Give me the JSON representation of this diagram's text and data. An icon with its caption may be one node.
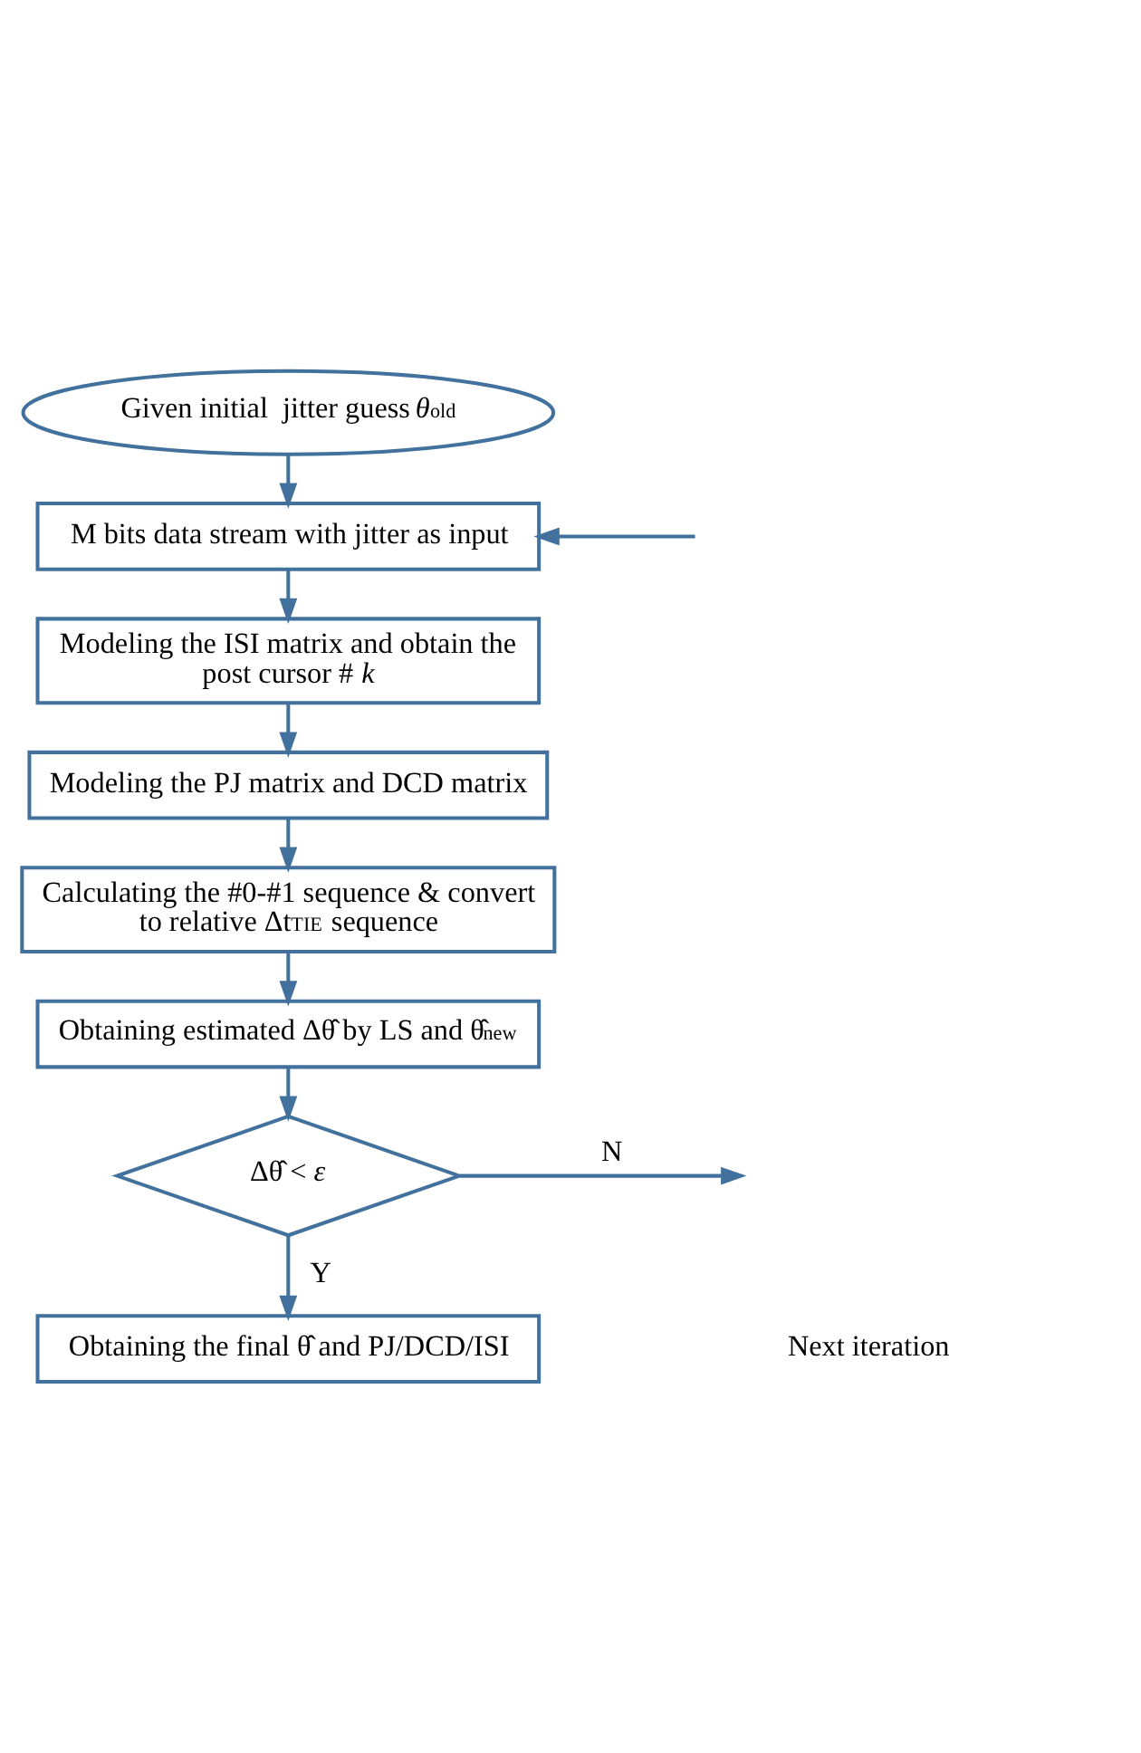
{
  "diagram": {
    "nodes": [
      {
        "text": [
          "Given initial  jitter guess *θ*$_{old}$"
        ]
      },
      {
        "text": [
          "M bits data stream with jitter as input"
        ]
      },
      {
        "text": [
          "Modeling the ISI matrix and obtain the post cursor # *k*"
        ]
      },
      {
        "text": [
          "Modeling the PJ matrix and DCD matrix"
        ]
      },
      {
        "text": [
          "Calculating the #0-#1 sequence & convert to relative Δt$_{TIE}$ sequence"
        ]
      },
      {
        "text": [
          "Obtaining estimated Δθ̂ by LS and θ̂$_{new}$"
        ]
      },
      {
        "text": [
          "Δθ̂ < *ε*"
        ]
      },
      {
        "text": [
          "Obtaining the final θ̂ and PJ/DCD/ISI"
        ]
      }
    ],
    "edges": [
      {
        "from": 0,
        "to": 1,
        "arrow": "to"
      },
      {
        "from": 1,
        "to": 2,
        "arrow": "to"
      },
      {
        "from": 2,
        "to": 3,
        "arrow": "to"
      },
      {
        "from": 3,
        "to": 4,
        "arrow": "to"
      },
      {
        "from": 4,
        "to": 5,
        "arrow": "to"
      },
      {
        "from": 5,
        "to": 6,
        "arrow": "to"
      },
      {
        "from": 6,
        "to": 7,
        "label": "Y",
        "arrow": "to"
      },
      {
        "from": 6,
        "to": null,
        "label": "N",
        "arrow": "to"
      },
      {
        "from": null,
        "to": 1,
        "arrow": "to"
      }
    ],
    "labels": [
      "Next iteration"
    ]
  }
}
